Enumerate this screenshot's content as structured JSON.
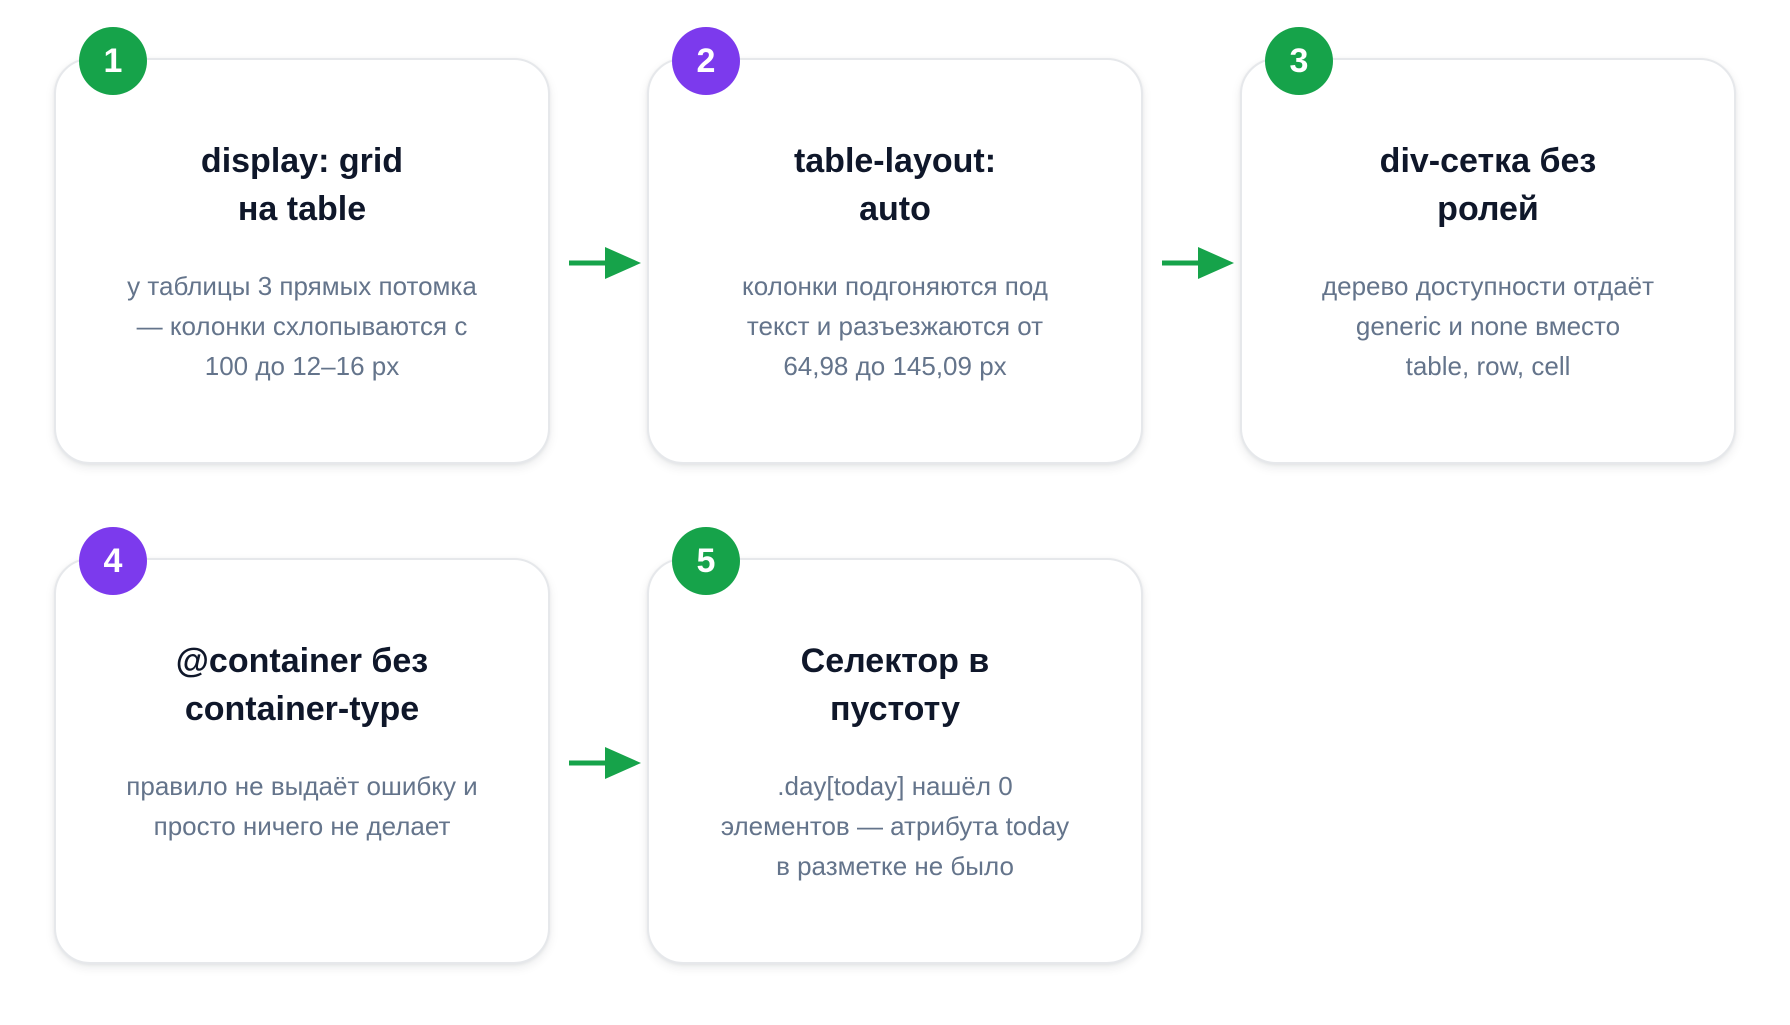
{
  "steps": [
    {
      "number": "1",
      "badge_color": "#16a34a",
      "title": "display: grid\nна table",
      "description": "у таблицы 3 прямых потомка\n— колонки схлопываются с\n100 до 12–16 px"
    },
    {
      "number": "2",
      "badge_color": "#7c3aed",
      "title": "table-layout:\nauto",
      "description": "колонки подгоняются под\nтекст и разъезжаются от\n64,98 до 145,09 px"
    },
    {
      "number": "3",
      "badge_color": "#16a34a",
      "title": "div-сетка без\nролей",
      "description": "дерево доступности отдаёт\ngeneric и none вместо\ntable, row, cell"
    },
    {
      "number": "4",
      "badge_color": "#7c3aed",
      "title": "@container без\ncontainer-type",
      "description": "правило не выдаёт ошибку и\nпросто ничего не делает"
    },
    {
      "number": "5",
      "badge_color": "#16a34a",
      "title": "Селектор в\nпустоту",
      "description": ".day[today] нашёл 0\nэлементов — атрибута today\nв разметке не было"
    }
  ],
  "colors": {
    "arrow": "#16a34a",
    "title": "#0f172a",
    "description": "#64748b"
  },
  "icons": {
    "connector": "arrow-right-icon"
  }
}
